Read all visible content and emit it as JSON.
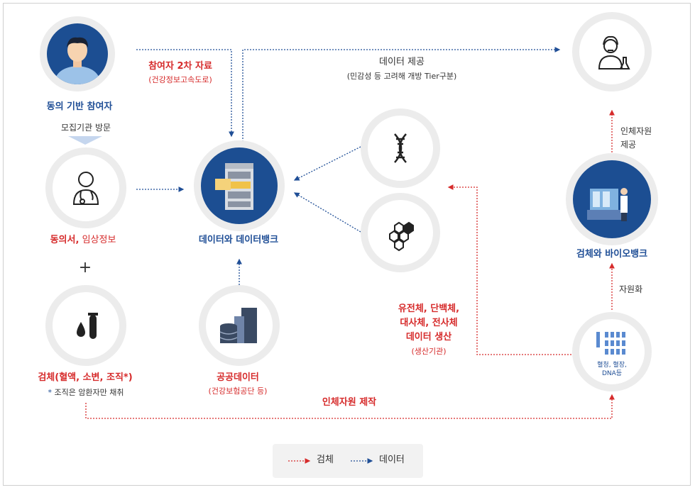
{
  "participant": {
    "label": "동의 기반 참여자",
    "sub": "모집기관 방문"
  },
  "consent": {
    "red": "동의서,",
    "black": "임상정보"
  },
  "plus": "+",
  "specimen": {
    "label": "검체(혈액, 소변, 조직*)",
    "note_mark": "*",
    "note": "조직은 암환자만 채취"
  },
  "secondary": {
    "title": "참여자 2차 자료",
    "sub": "(건강정보고속도로)"
  },
  "databank": {
    "label": "데이터와 데이터뱅크"
  },
  "public_data": {
    "title": "공공데이터",
    "sub": "(건강보험공단 등)"
  },
  "data_provide": {
    "title": "데이터 제공",
    "sub": "(민감성 등 고려해 개방 Tier구분)"
  },
  "omics": {
    "line1": "유전체, 단백체,",
    "line2": "대사체, 전사체",
    "line3": "데이터 생산",
    "sub": "(생산기관)"
  },
  "bio_provide": {
    "line1": "인체자원",
    "line2": "제공"
  },
  "biobank": {
    "label": "검체와 바이오뱅크"
  },
  "resourcing": "자원화",
  "tubes": {
    "line1": "혈청, 혈장,",
    "line2": "DNA등"
  },
  "production": "인체자원 제작",
  "legend": {
    "specimen": "검체",
    "data": "데이터"
  },
  "colors": {
    "red": "#d62b2b",
    "blue": "#1f4e96",
    "ring": "#ececec",
    "navy": "#1c4e92"
  },
  "icons": [
    "person-icon",
    "doctor-icon",
    "blood-tube-icon",
    "server-icon",
    "building-icon",
    "dna-icon",
    "hexagon-molecule-icon",
    "scientist-icon",
    "lab-icon",
    "tubes-icon"
  ]
}
